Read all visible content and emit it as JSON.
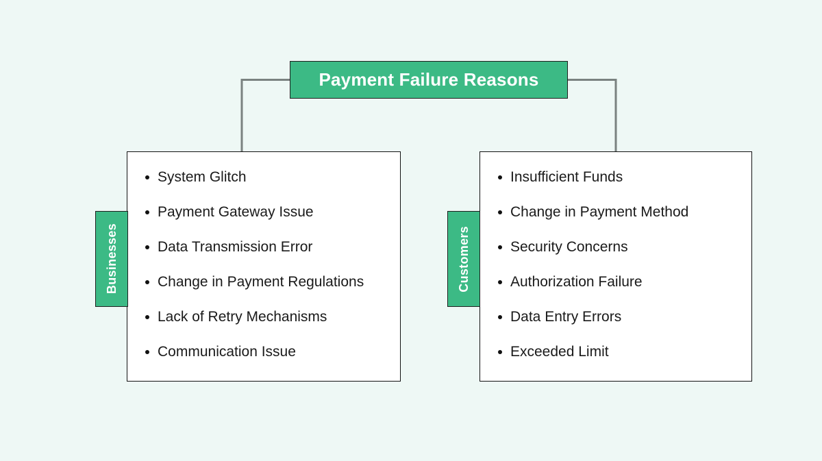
{
  "canvas": {
    "background_color": "#eef8f5",
    "accent_color": "#3cba85",
    "line_color": "#7a8280",
    "border_color": "#111111",
    "panel_fill": "#ffffff"
  },
  "root": {
    "title": "Payment Failure Reasons"
  },
  "branches": [
    {
      "tab_label": "Businesses",
      "items": [
        "System Glitch",
        "Payment Gateway Issue",
        "Data Transmission Error",
        "Change in Payment Regulations",
        "Lack of Retry Mechanisms",
        "Communication Issue"
      ]
    },
    {
      "tab_label": "Customers",
      "items": [
        "Insufficient Funds",
        "Change in Payment Method",
        "Security Concerns",
        "Authorization Failure",
        "Data Entry Errors",
        "Exceeded Limit"
      ]
    }
  ]
}
